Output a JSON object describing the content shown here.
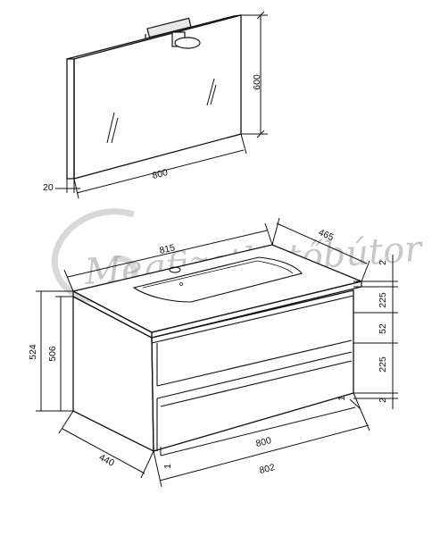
{
  "mirror": {
    "width": "800",
    "height": "600",
    "depth": "20"
  },
  "cabinet": {
    "top_width": "815",
    "top_depth": "465",
    "total_height": "524",
    "body_height": "506",
    "side_depth": "440",
    "front_width": "800",
    "overall_width": "802",
    "left_gap": "1",
    "right_gap": "1"
  },
  "vertical_stack": {
    "top_gap": "2",
    "drawer_upper": "225",
    "middle_gap": "52",
    "drawer_lower": "225",
    "bottom_gap": "2"
  },
  "watermark": {
    "text": "Megfizethetőbútor"
  },
  "colors": {
    "line": "#111111",
    "watermark": "#9a9a9a"
  }
}
